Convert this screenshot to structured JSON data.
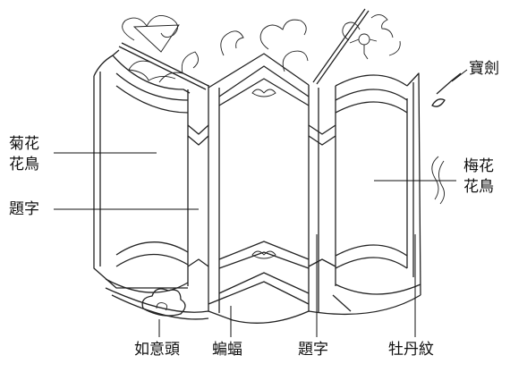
{
  "labels": {
    "chrysanthemum": [
      "菊花",
      "花鳥"
    ],
    "inscription_left": "題字",
    "plum": [
      "梅花",
      "花鳥"
    ],
    "sword": "寶劍",
    "ruyi_head": "如意頭",
    "bat": "蝙蝠",
    "inscription_bottom": "題字",
    "peony": "牡丹紋"
  }
}
